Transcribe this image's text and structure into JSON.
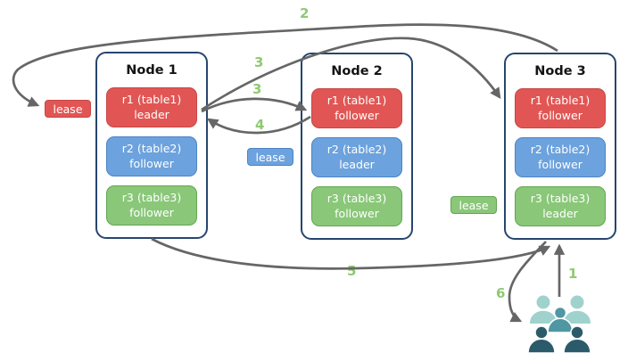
{
  "diagram": {
    "nodes": [
      {
        "title": "Node 1",
        "replicas": [
          {
            "name": "r1 (table1)",
            "role": "leader"
          },
          {
            "name": "r2 (table2)",
            "role": "follower"
          },
          {
            "name": "r3 (table3)",
            "role": "follower"
          }
        ]
      },
      {
        "title": "Node 2",
        "replicas": [
          {
            "name": "r1 (table1)",
            "role": "follower"
          },
          {
            "name": "r2 (table2)",
            "role": "leader"
          },
          {
            "name": "r3 (table3)",
            "role": "follower"
          }
        ]
      },
      {
        "title": "Node 3",
        "replicas": [
          {
            "name": "r1 (table1)",
            "role": "follower"
          },
          {
            "name": "r2 (table2)",
            "role": "follower"
          },
          {
            "name": "r3 (table3)",
            "role": "leader"
          }
        ]
      }
    ],
    "leases": [
      {
        "label": "lease",
        "for": "table1",
        "color": "#e15654"
      },
      {
        "label": "lease",
        "for": "table2",
        "color": "#6ca2dd"
      },
      {
        "label": "lease",
        "for": "table3",
        "color": "#8ac779"
      }
    ],
    "steps": {
      "s1": "1",
      "s2": "2",
      "s3a": "3",
      "s3b": "3",
      "s4": "4",
      "s5": "5",
      "s6": "6"
    },
    "icons": {
      "clients": "users-icon"
    },
    "colors": {
      "table1_red": "#e15654",
      "table1_red_border": "#c64743",
      "table2_blue": "#6ca2dd",
      "table2_blue_border": "#4c84c4",
      "table3_green": "#8ac779",
      "table3_green_border": "#62a653",
      "node_border": "#27456e",
      "arrow_gray": "#666666",
      "step_label_green": "#8fc972",
      "clients_light_teal": "#9fd2cd",
      "clients_medium_teal": "#4f97a2",
      "clients_dark_teal": "#2b5b6a"
    }
  }
}
